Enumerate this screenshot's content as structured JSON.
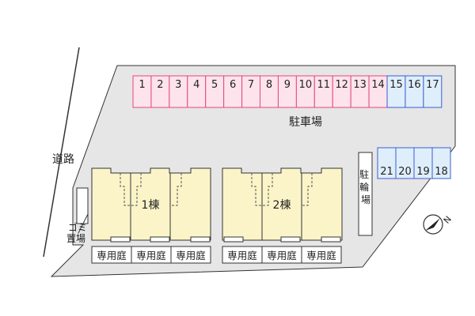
{
  "map": {
    "road_label": "道路",
    "parking_label": "駐車場",
    "bicycle_parking_label": "駐輪場",
    "garbage_label": "ゴミ置場",
    "buildings": [
      {
        "label": "1棟"
      },
      {
        "label": "2棟"
      }
    ],
    "private_garden_label": "専用庭",
    "north_symbol": "N",
    "parking_spaces_top": [
      "1",
      "2",
      "3",
      "4",
      "5",
      "6",
      "7",
      "8",
      "9",
      "10",
      "11",
      "12",
      "13",
      "14",
      "15",
      "16",
      "17"
    ],
    "parking_spaces_right": [
      "21",
      "20",
      "19",
      "18"
    ],
    "colors": {
      "site": "#e6e6e6",
      "building": "#fbf4c8",
      "parking_pink": "#fde3ec",
      "parking_pink_border": "#e2497a",
      "parking_blue": "#dfeefb",
      "parking_blue_border": "#3a5fd0",
      "road_line": "#333333"
    }
  }
}
